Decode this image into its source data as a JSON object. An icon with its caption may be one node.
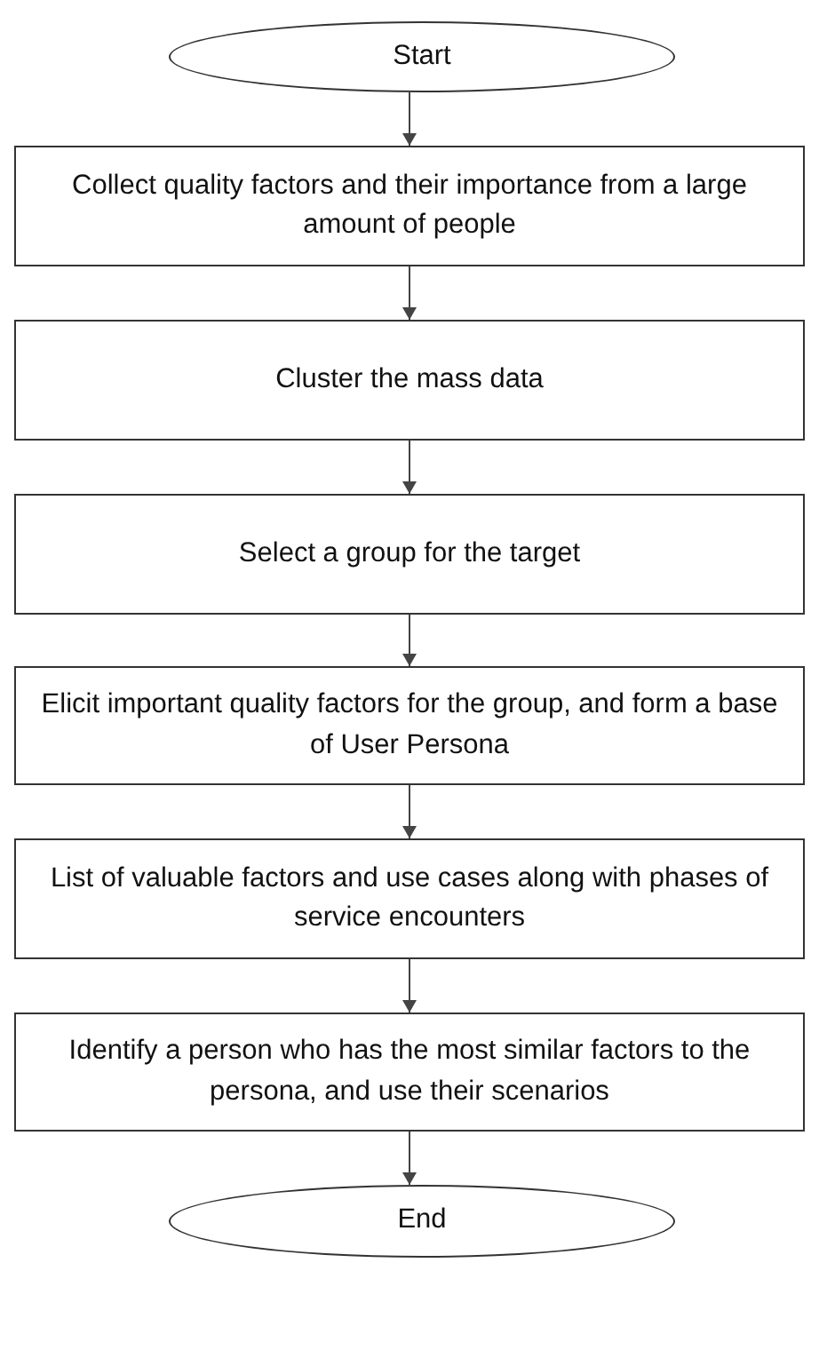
{
  "diagram": {
    "nodes": [
      {
        "text": [
          "Start"
        ]
      },
      {
        "text": [
          "Collect quality factors and their importance from a large amount of people"
        ]
      },
      {
        "text": [
          "Cluster the mass data"
        ]
      },
      {
        "text": [
          "Select a group for the target"
        ]
      },
      {
        "text": [
          "Elicit important quality factors for the group, and form a base of User Persona"
        ]
      },
      {
        "text": [
          "List of valuable factors and use cases along with phases of service encounters"
        ]
      },
      {
        "text": [
          "Identify a person who has the most similar factors to the persona, and use their scenarios"
        ]
      },
      {
        "text": [
          "End"
        ]
      }
    ],
    "edges": [
      {
        "from": 0,
        "to": 1,
        "arrow": "to"
      },
      {
        "from": 1,
        "to": 2,
        "arrow": "to"
      },
      {
        "from": 2,
        "to": 3,
        "arrow": "to"
      },
      {
        "from": 3,
        "to": 4,
        "arrow": "to"
      },
      {
        "from": 4,
        "to": 5,
        "arrow": "to"
      },
      {
        "from": 5,
        "to": 6,
        "arrow": "to"
      },
      {
        "from": 6,
        "to": 7,
        "arrow": "to"
      }
    ]
  }
}
